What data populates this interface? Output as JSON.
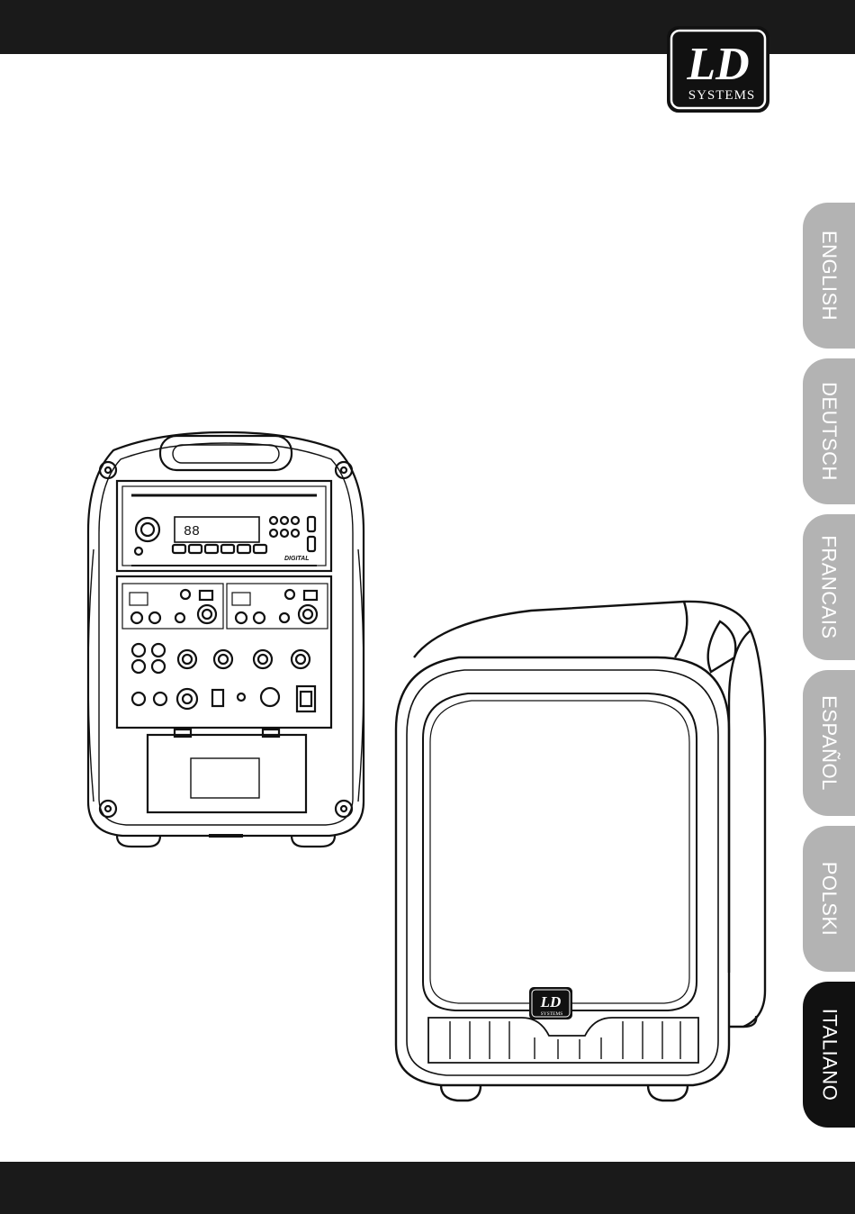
{
  "brand": {
    "logo_main": "LD",
    "logo_sub": "SYSTEMS"
  },
  "language_tabs": [
    {
      "label": "ENGLISH",
      "active": false
    },
    {
      "label": "DEUTSCH",
      "active": false
    },
    {
      "label": "FRANCAIS",
      "active": false
    },
    {
      "label": "ESPAÑOL",
      "active": false
    },
    {
      "label": "POLSKI",
      "active": false
    },
    {
      "label": "ITALIANO",
      "active": true
    }
  ],
  "colors": {
    "bar": "#1a1a1a",
    "tab_inactive": "#b3b3b3",
    "tab_active": "#111111"
  },
  "illustrations": {
    "back_panel": {
      "display_digits": "88",
      "panel_label": "DIGITAL"
    },
    "front_badge": {
      "logo_main": "LD",
      "logo_sub": "SYSTEMS"
    }
  }
}
